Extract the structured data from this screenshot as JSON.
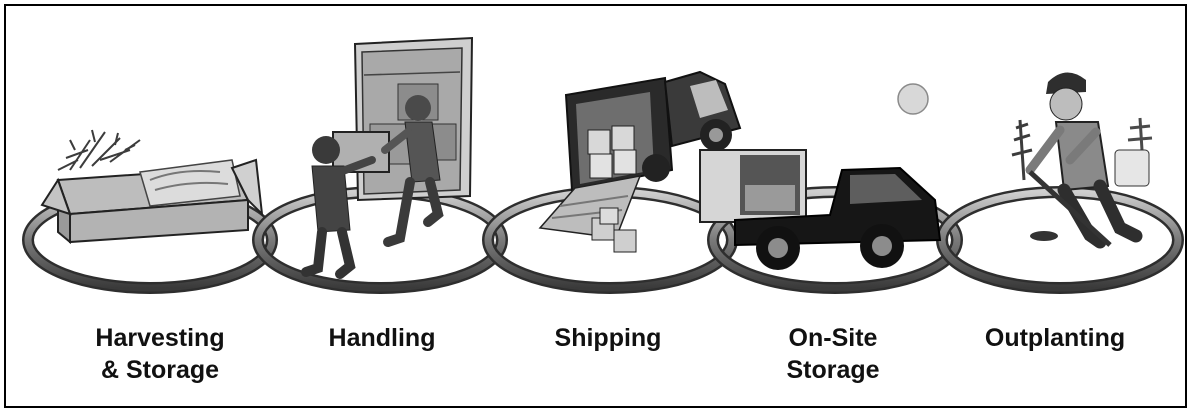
{
  "stages": [
    {
      "id": "harvesting",
      "lines": [
        "Harvesting",
        "& Storage"
      ]
    },
    {
      "id": "handling",
      "lines": [
        "Handling"
      ]
    },
    {
      "id": "shipping",
      "lines": [
        "Shipping"
      ]
    },
    {
      "id": "onsite",
      "lines": [
        "On-Site",
        "Storage"
      ]
    },
    {
      "id": "outplanting",
      "lines": [
        "Outplanting"
      ]
    }
  ],
  "icons": [
    "box-of-seedlings-icon",
    "workers-loading-truck-icon",
    "delivery-truck-icon",
    "pickup-truck-with-cooler-icon",
    "planter-with-hoe-icon"
  ],
  "colors": {
    "ring": "#5a5a5a",
    "ring_inner": "#a8a8a8",
    "text": "#111111",
    "border": "#000000"
  }
}
